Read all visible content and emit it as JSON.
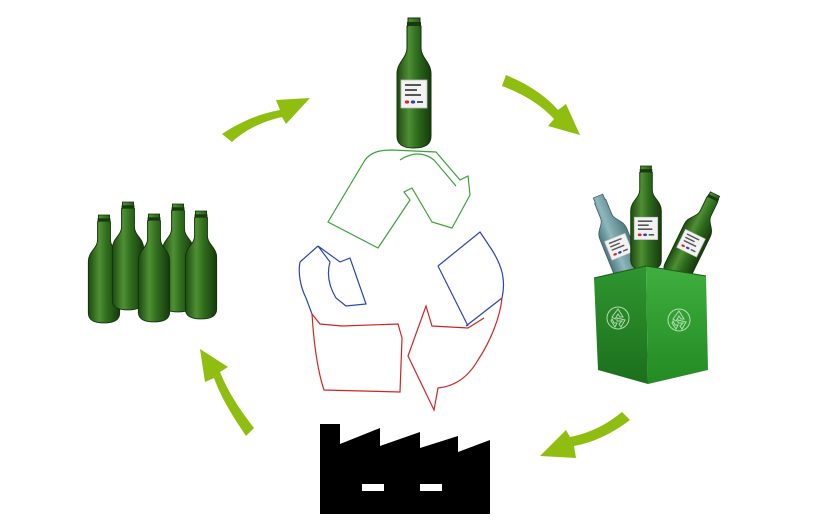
{
  "diagram": {
    "stages": [
      {
        "id": "single-bottle",
        "icon": "labeled-green-bottle-icon"
      },
      {
        "id": "recycling-bin",
        "icon": "recycling-bin-with-bottles-icon"
      },
      {
        "id": "factory",
        "icon": "factory-icon"
      },
      {
        "id": "bottle-group",
        "icon": "bottle-group-icon"
      }
    ],
    "flow_arrows": [
      "arrow-top-right",
      "arrow-bottom-right",
      "arrow-bottom-left",
      "arrow-top-left"
    ],
    "center_symbol": "recycle-symbol-icon",
    "colors": {
      "arrow": "#8fbe10",
      "bottle": "#2e6b1d",
      "bottle_dark": "#1d4a12",
      "bottle_light": "#5e9c3c",
      "bin": "#2f9a2f",
      "bin_dark": "#1f7a1f",
      "factory": "#000000",
      "recycle_green": "#3aa33a",
      "recycle_blue": "#2a44b0",
      "recycle_red": "#d02424",
      "grey_bottle": "#6e9aa0"
    }
  }
}
